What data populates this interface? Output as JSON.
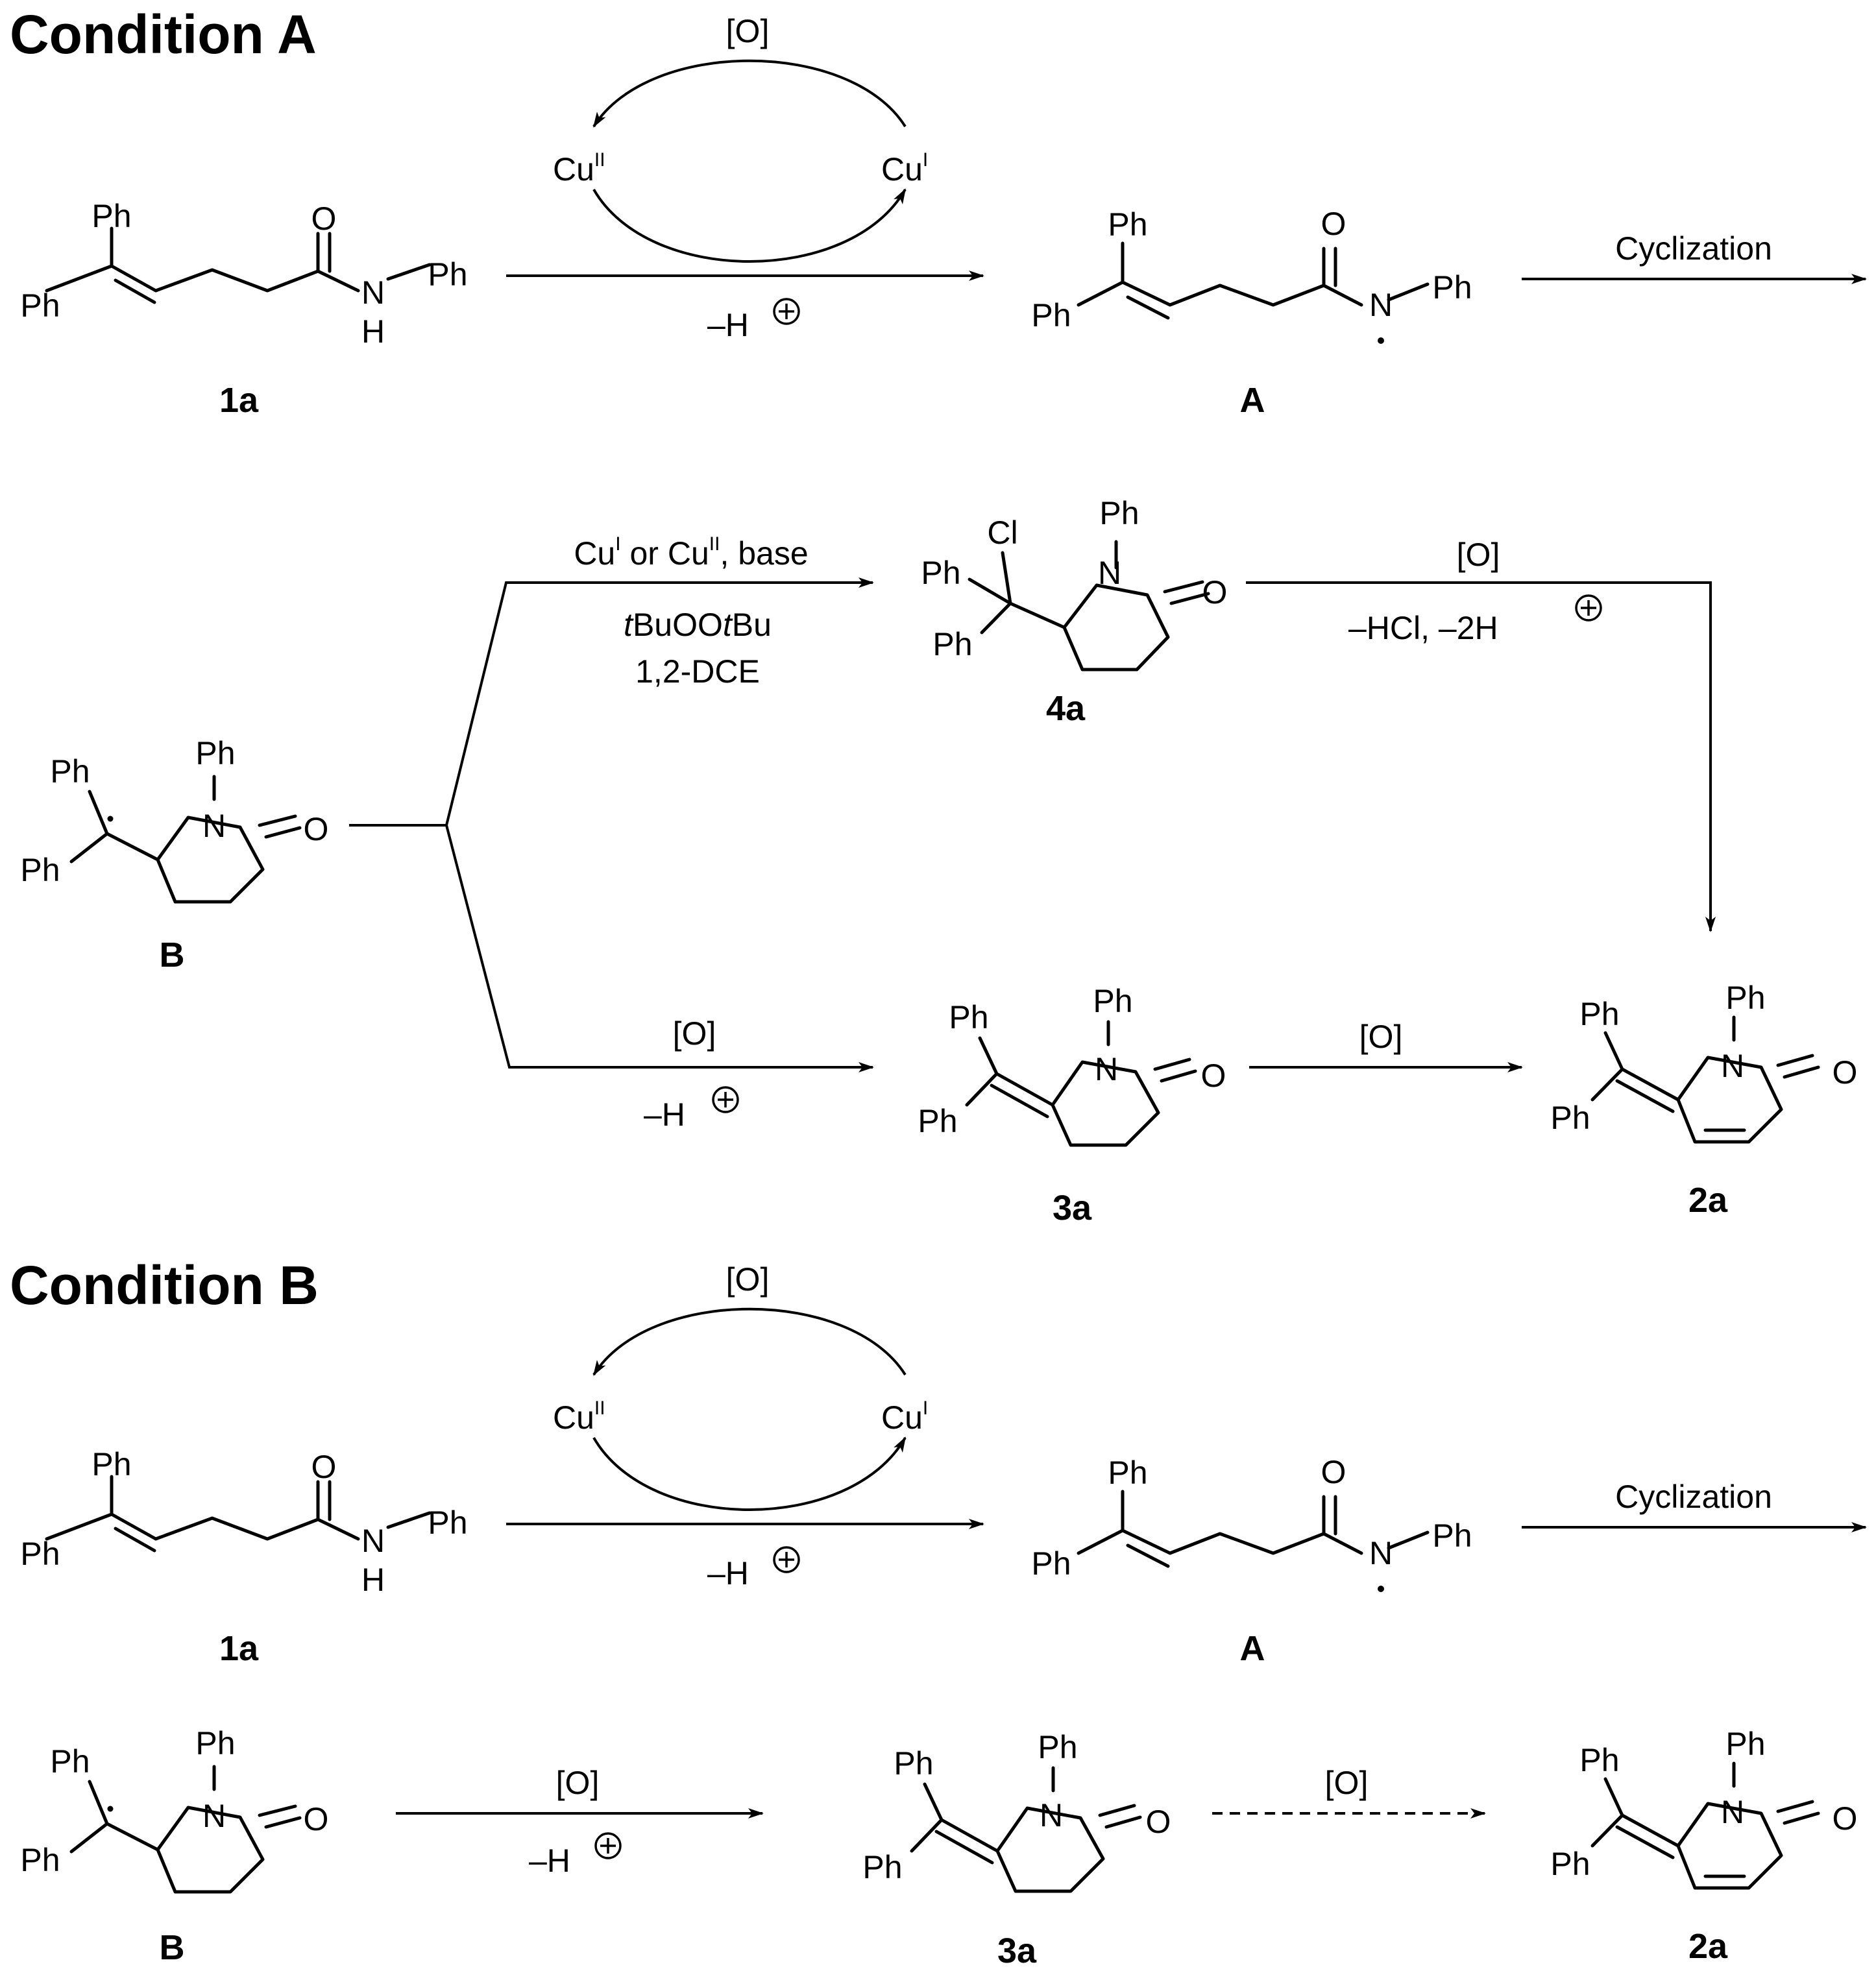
{
  "headers": {
    "condition_a": "Condition A",
    "condition_b": "Condition B"
  },
  "atoms": {
    "ph": "Ph",
    "o": "O",
    "n": "N",
    "h": "H",
    "cl": "Cl"
  },
  "compounds": {
    "c1a": "1a",
    "cA": "A",
    "cB": "B",
    "c4a": "4a",
    "c3a": "3a",
    "c2a": "2a"
  },
  "copper_cycle": {
    "cu": "Cu",
    "cu2_sup": "II",
    "cu1_sup": "I",
    "oxidant": "[O]"
  },
  "arrows": {
    "loss_h_prefix": "–H",
    "cyclization": "Cyclization",
    "oxidant": "[O]",
    "top_branch": {
      "line1_pre": "Cu",
      "line1_sup1": "I",
      "line1_mid": " or Cu",
      "line1_sup2": "II",
      "line1_post": ", base",
      "line2_t1": "t",
      "line2_a": "BuOO",
      "line2_t2": "t",
      "line2_b": "Bu",
      "line3": "1,2-DCE"
    },
    "to_2a": {
      "oxidant": "[O]",
      "loss": "–HCl,   –2H"
    }
  }
}
